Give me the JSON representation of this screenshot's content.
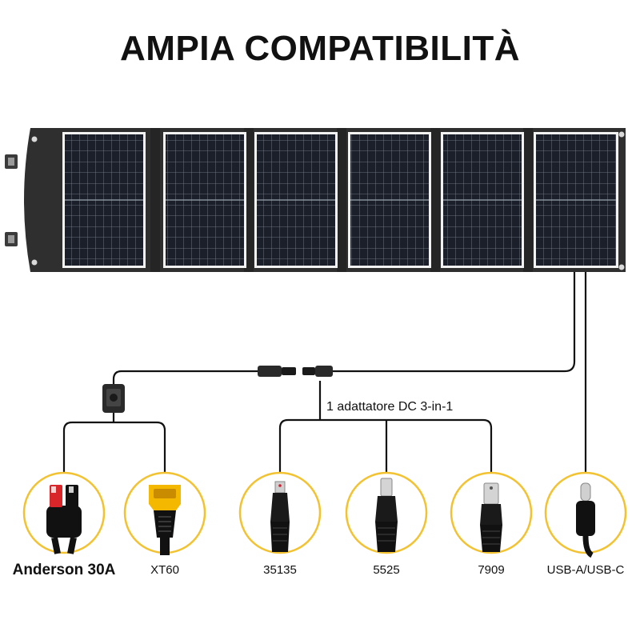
{
  "title": "AMPIA COMPATIBILITÀ",
  "adapter_label": "1 adattatore DC 3-in-1",
  "colors": {
    "panel_frame": "#2f2f2f",
    "cell": "#1b1f29",
    "cell_border": "#f2f2f2",
    "cable": "#111111",
    "connector_ring": "#f2c230",
    "plug_red": "#d8262b",
    "plug_yellow": "#f5b800"
  },
  "connectors": [
    {
      "label": "Anderson 30A",
      "icon": "anderson-connector-icon"
    },
    {
      "label": "XT60",
      "icon": "xt60-connector-icon"
    },
    {
      "label": "35135",
      "icon": "dc-35135-plug-icon"
    },
    {
      "label": "5525",
      "icon": "dc-5525-plug-icon"
    },
    {
      "label": "7909",
      "icon": "dc-7909-plug-icon"
    },
    {
      "label": "USB-A/USB-C",
      "icon": "usb-c-plug-icon"
    }
  ]
}
